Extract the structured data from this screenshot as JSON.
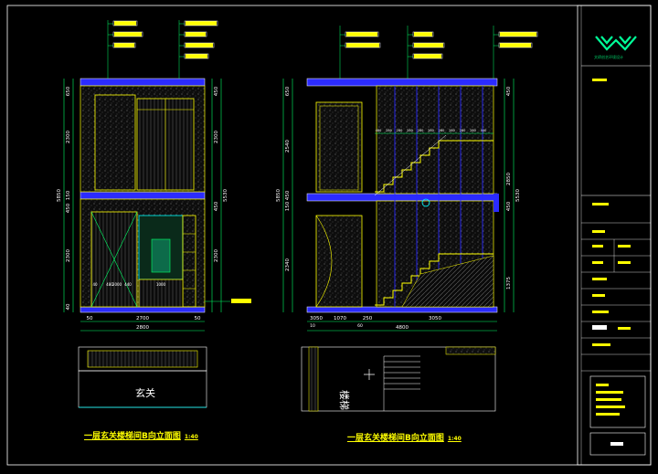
{
  "left_drawing": {
    "title": "一层玄关楼梯间B向立面图",
    "scale": "1:40",
    "room_label": "玄关",
    "heights_outer": [
      "650",
      "2300",
      "150",
      "450",
      "2300",
      "40"
    ],
    "heights_mid": [
      "650",
      "2300",
      "150",
      "450",
      "2300",
      "40"
    ],
    "heights_right": [
      "450",
      "2300",
      "450",
      "2300"
    ],
    "total_height": "5850",
    "total_height_right": "5530",
    "widths_top": [
      "50",
      "2700",
      "50"
    ],
    "total_width": "2800",
    "inner_dims": [
      "40",
      "2000",
      "1000",
      "480",
      "440"
    ]
  },
  "right_drawing": {
    "title": "一层玄关楼梯间B向立面图",
    "scale": "1:40",
    "room_label": "楼梯",
    "heights_left": [
      "650",
      "2540",
      "450",
      "150",
      "2340"
    ],
    "total_height_left": "5850",
    "heights_right": [
      "450",
      "2850",
      "450",
      "1375"
    ],
    "total_height_right": "5530",
    "widths_bottom": [
      "3050",
      "1070",
      "250",
      "3050"
    ],
    "sub_widths": [
      "10",
      "60"
    ],
    "total_width": "4800",
    "stair_dims": [
      "480",
      "280",
      "280",
      "280",
      "280",
      "280",
      "280",
      "280",
      "280",
      "280",
      "440"
    ]
  },
  "title_block": {
    "company": "文缔创艺环境设计"
  },
  "colors": {
    "background": "#000000",
    "yellow": "#ffff00",
    "green": "#00ff66",
    "cyan": "#00ffff",
    "blue": "#2b2bff",
    "white": "#ffffff",
    "magenta": "#ff00ff",
    "gray": "#9a9a9a"
  }
}
